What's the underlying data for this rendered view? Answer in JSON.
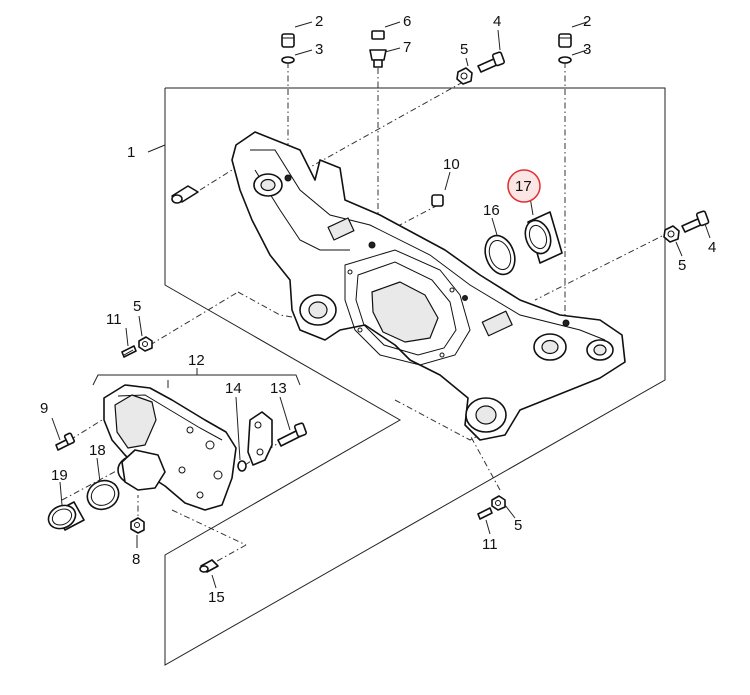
{
  "diagram": {
    "highlight_color": "#e03030",
    "highlight_fill": "#fbe5e5",
    "labels": {
      "l1": "1",
      "l2a": "2",
      "l2b": "2",
      "l3a": "3",
      "l3b": "3",
      "l4a": "4",
      "l4b": "4",
      "l5a": "5",
      "l5b": "5",
      "l5c": "5",
      "l5d": "5",
      "l6": "6",
      "l7": "7",
      "l8": "8",
      "l9": "9",
      "l10": "10",
      "l11a": "11",
      "l11b": "11",
      "l12": "12",
      "l13": "13",
      "l14": "14",
      "l15": "15",
      "l16": "16",
      "l17": "17",
      "l18": "18",
      "l19": "19"
    }
  }
}
